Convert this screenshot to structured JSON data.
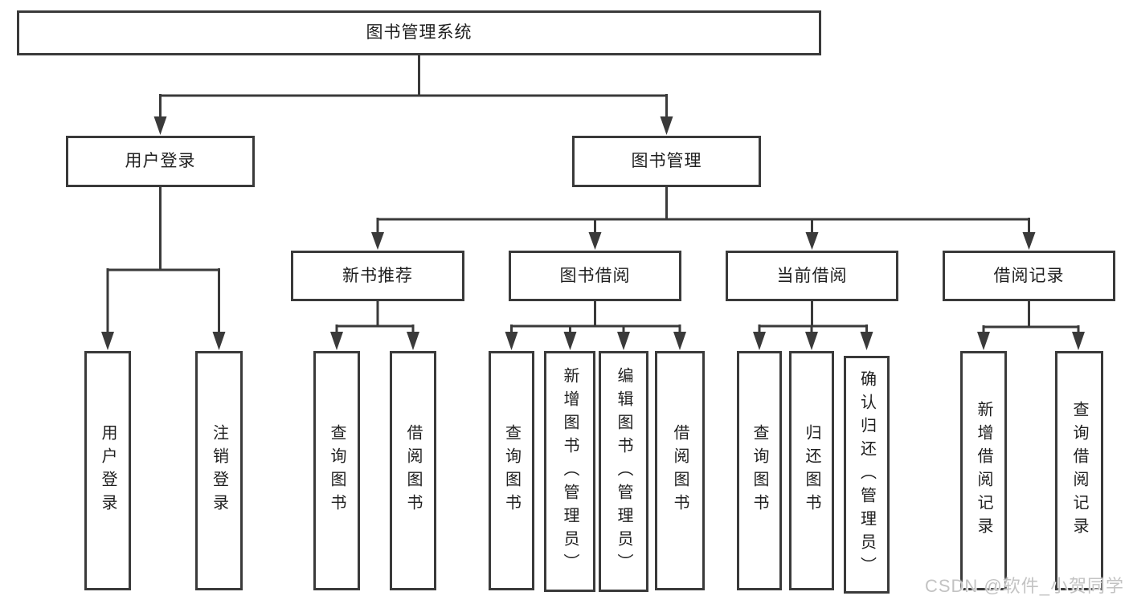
{
  "diagram": {
    "title": "图书管理系统",
    "type": "tree",
    "nodes": {
      "root": {
        "label": "图书管理系统"
      },
      "user_login": {
        "label": "用户登录"
      },
      "book_management": {
        "label": "图书管理"
      },
      "new_book_recommend": {
        "label": "新书推荐"
      },
      "book_borrow": {
        "label": "图书借阅"
      },
      "current_borrow": {
        "label": "当前借阅"
      },
      "borrow_records": {
        "label": "借阅记录"
      },
      "leaf_user_login": {
        "label": "用户登录"
      },
      "leaf_logout": {
        "label": "注销登录"
      },
      "leaf_query_books_1": {
        "label": "查询图书"
      },
      "leaf_borrow_books_1": {
        "label": "借阅图书"
      },
      "leaf_query_books_2": {
        "label": "查询图书"
      },
      "leaf_add_book_admin": {
        "label": "新增图书（管理员）"
      },
      "leaf_edit_book_admin": {
        "label": "编辑图书（管理员）"
      },
      "leaf_borrow_books_2": {
        "label": "借阅图书"
      },
      "leaf_query_books_3": {
        "label": "查询图书"
      },
      "leaf_return_book": {
        "label": "归还图书"
      },
      "leaf_confirm_return_admin": {
        "label": "确认归还（管理员）"
      },
      "leaf_add_borrow_record": {
        "label": "新增借阅记录"
      },
      "leaf_query_borrow_record": {
        "label": "查询借阅记录"
      }
    },
    "edges": [
      [
        "图书管理系统",
        "用户登录"
      ],
      [
        "图书管理系统",
        "图书管理"
      ],
      [
        "用户登录",
        "用户登录"
      ],
      [
        "用户登录",
        "注销登录"
      ],
      [
        "图书管理",
        "新书推荐"
      ],
      [
        "图书管理",
        "图书借阅"
      ],
      [
        "图书管理",
        "当前借阅"
      ],
      [
        "图书管理",
        "借阅记录"
      ],
      [
        "新书推荐",
        "查询图书"
      ],
      [
        "新书推荐",
        "借阅图书"
      ],
      [
        "图书借阅",
        "查询图书"
      ],
      [
        "图书借阅",
        "新增图书（管理员）"
      ],
      [
        "图书借阅",
        "编辑图书（管理员）"
      ],
      [
        "图书借阅",
        "借阅图书"
      ],
      [
        "当前借阅",
        "查询图书"
      ],
      [
        "当前借阅",
        "归还图书"
      ],
      [
        "当前借阅",
        "确认归还（管理员）"
      ],
      [
        "借阅记录",
        "新增借阅记录"
      ],
      [
        "借阅记录",
        "查询借阅记录"
      ]
    ],
    "colors": {
      "line": "#3a3a3a",
      "box_border": "#3a3a3a",
      "text": "#1f1f1f",
      "background": "#ffffff",
      "watermark": "#c3c3c3"
    }
  },
  "watermark": {
    "text": "CSDN @软件_小贺同学"
  }
}
